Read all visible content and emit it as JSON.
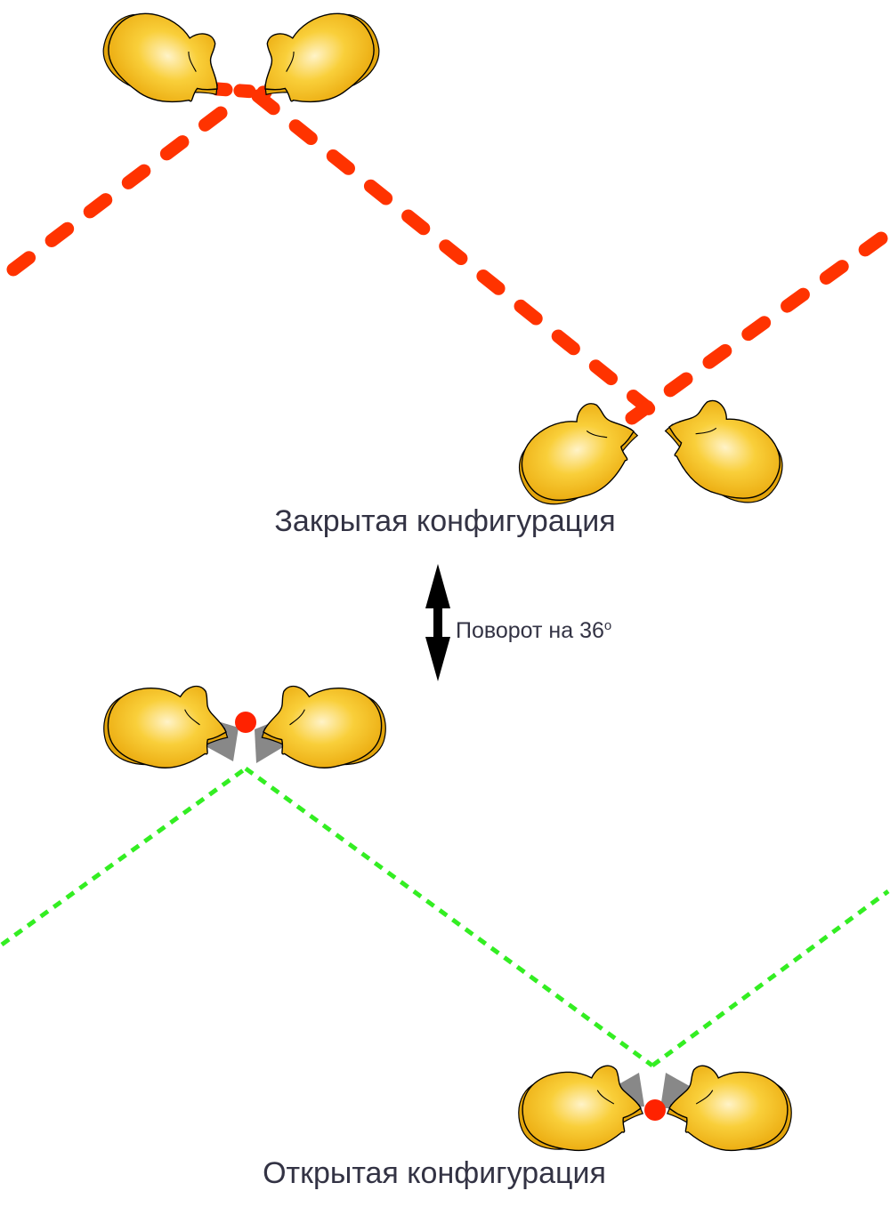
{
  "labels": {
    "closed_configuration": "Закрытая конфигурация",
    "open_configuration": "Открытая конфигурация",
    "rotation_text": "Поворот на 36",
    "rotation_unit": "o"
  },
  "colors": {
    "closed_path": "#ff3300",
    "open_path": "#33ee22",
    "domain_fill": "#f7c21c",
    "domain_outline": "#000000",
    "linker": "#888888",
    "pivot": "#ff2200",
    "arrow": "#000000"
  },
  "icons": {
    "protein_domain": "protein-domain-icon",
    "rotation_arrow": "double-headed-arrow-icon",
    "pivot_point": "pivot-dot-icon"
  }
}
